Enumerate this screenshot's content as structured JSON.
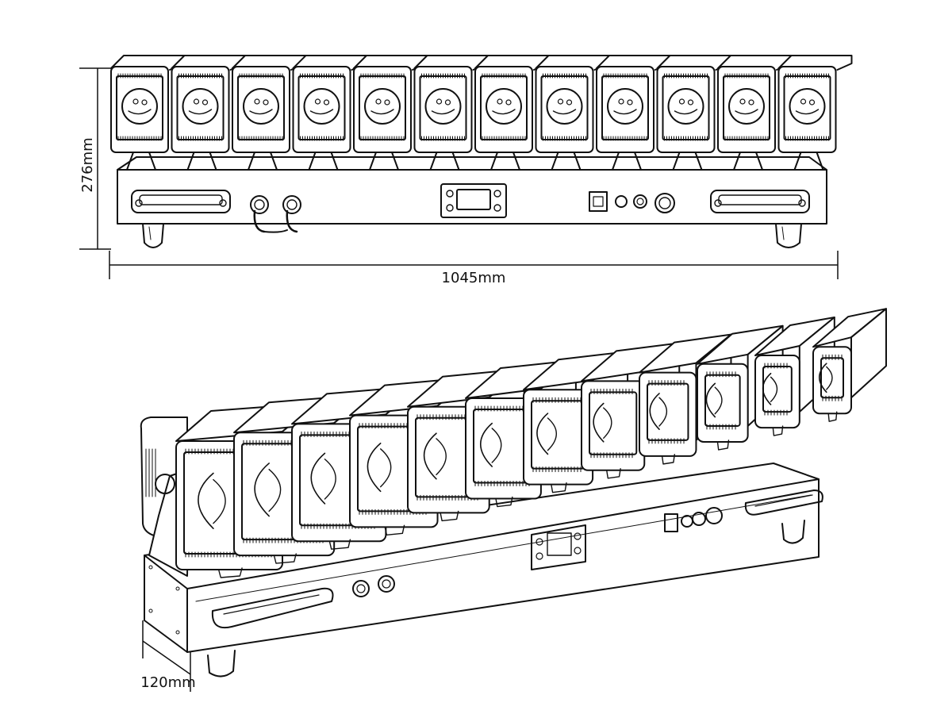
{
  "dimensions": {
    "height": "276mm",
    "width": "1045mm",
    "depth": "120mm"
  },
  "front_view": {
    "fixture_count": 12
  },
  "perspective_view": {
    "fixture_count": 12
  },
  "colors": {
    "line": "#111111",
    "background": "#ffffff"
  }
}
